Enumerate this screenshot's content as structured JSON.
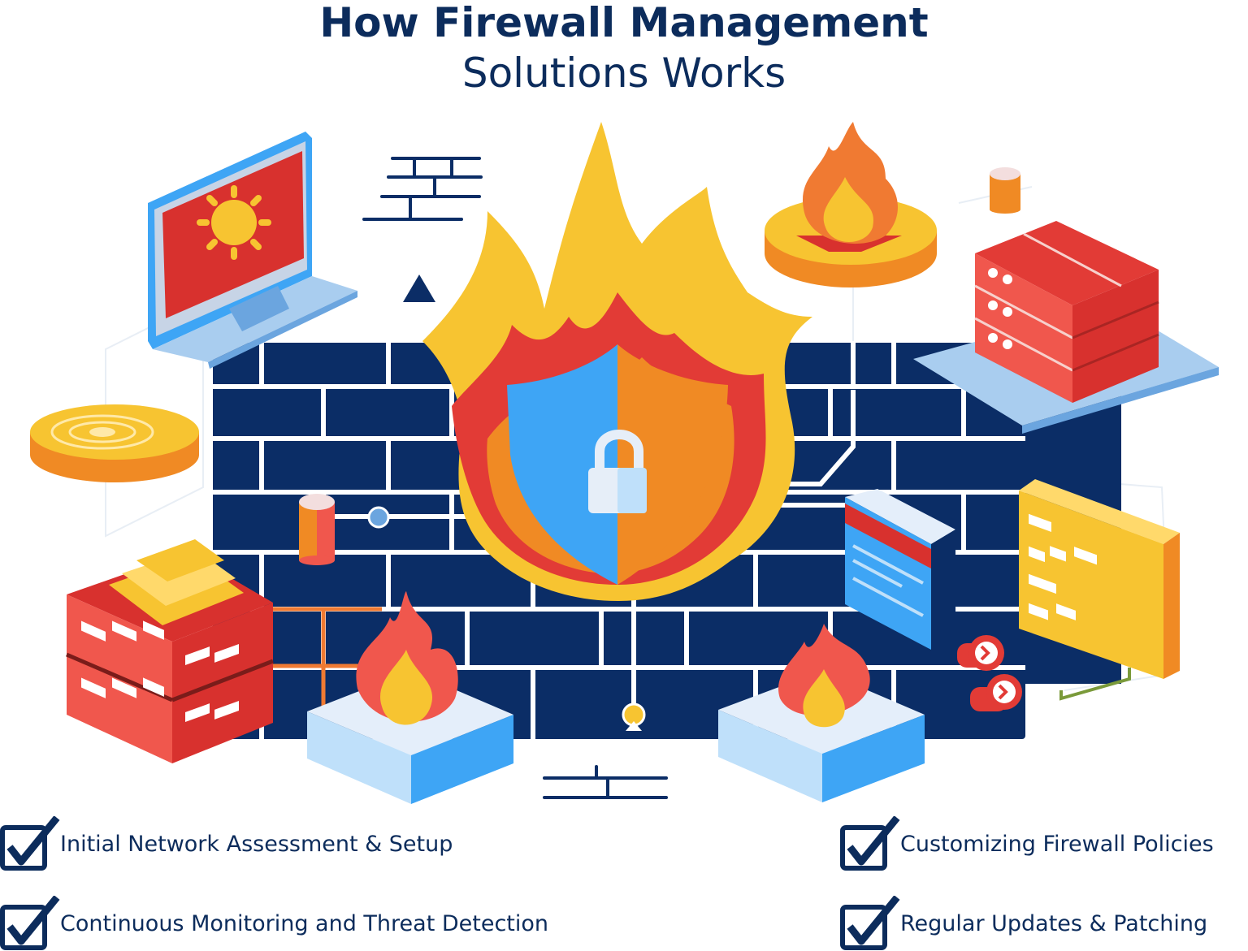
{
  "header": {
    "title_line1": "How Firewall Management",
    "title_line2": "Solutions Works"
  },
  "colors": {
    "navy": "#0c2c5c",
    "wall": "#0b2d66",
    "red": "#e23b36",
    "orange": "#f08a24",
    "yellow": "#f7c431",
    "blue": "#3ea5f5",
    "light_blue": "#bfe0fa"
  },
  "steps": [
    {
      "label": "Initial Network Assessment & Setup",
      "icon": "checkbox-checked-icon"
    },
    {
      "label": "Customizing Firewall Policies",
      "icon": "checkbox-checked-icon"
    },
    {
      "label": "Continuous Monitoring and Threat Detection",
      "icon": "checkbox-checked-icon"
    },
    {
      "label": "Regular Updates & Patching",
      "icon": "checkbox-checked-icon"
    }
  ]
}
